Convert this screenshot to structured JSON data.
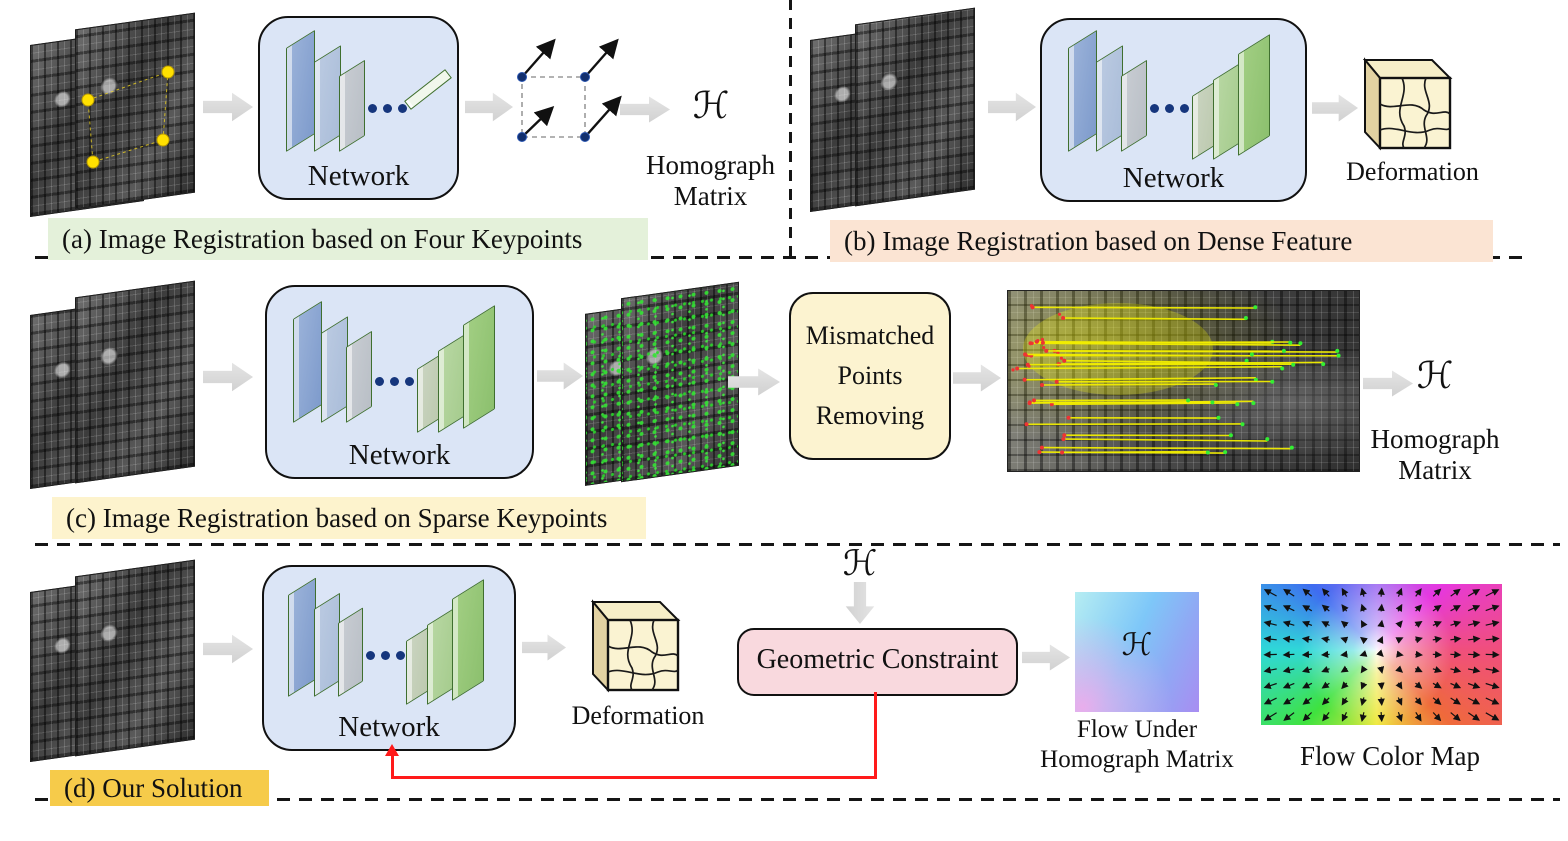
{
  "figure": {
    "panels": {
      "a": {
        "caption": "(a) Image Registration based on Four Keypoints",
        "network_label": "Network",
        "h_symbol": "ℋ",
        "output_line1": "Homograph",
        "output_line2": "Matrix"
      },
      "b": {
        "caption": "(b) Image Registration based on Dense Feature",
        "network_label": "Network",
        "deformation_label": "Deformation"
      },
      "c": {
        "caption": "(c) Image Registration based on Sparse Keypoints",
        "network_label": "Network",
        "mismatched_lines": [
          "Mismatched",
          "Points",
          "Removing"
        ],
        "h_symbol": "ℋ",
        "output_line1": "Homograph",
        "output_line2": "Matrix"
      },
      "d": {
        "caption": "(d) Our Solution",
        "network_label": "Network",
        "deformation_label": "Deformation",
        "h_symbol": "ℋ",
        "geometric_constraint_label": "Geometric Constraint",
        "flow_under_line1": "Flow Under",
        "flow_under_line2": "Homograph Matrix",
        "flow_color_map_label": "Flow Color Map"
      }
    },
    "colors": {
      "network_box_bg": "#dbe5f6",
      "caption_a_bg": "#e4f1da",
      "caption_b_bg": "#fbe4d3",
      "caption_c_bg": "#fdf3cd",
      "caption_d_bg": "#f6cb4a",
      "mismatched_box_bg": "#fcf3d0",
      "geometric_box_bg": "#f9d9de",
      "deformation_cube_bg": "#faf3d2",
      "feedback_arrow": "#ff1a1a",
      "match_line": "#f2ee00",
      "keypoint_green": "#33e633",
      "keypoint_yellow": "#ffe000",
      "layer_blue": "#7e9bcc",
      "layer_green": "#8cc06e"
    }
  }
}
